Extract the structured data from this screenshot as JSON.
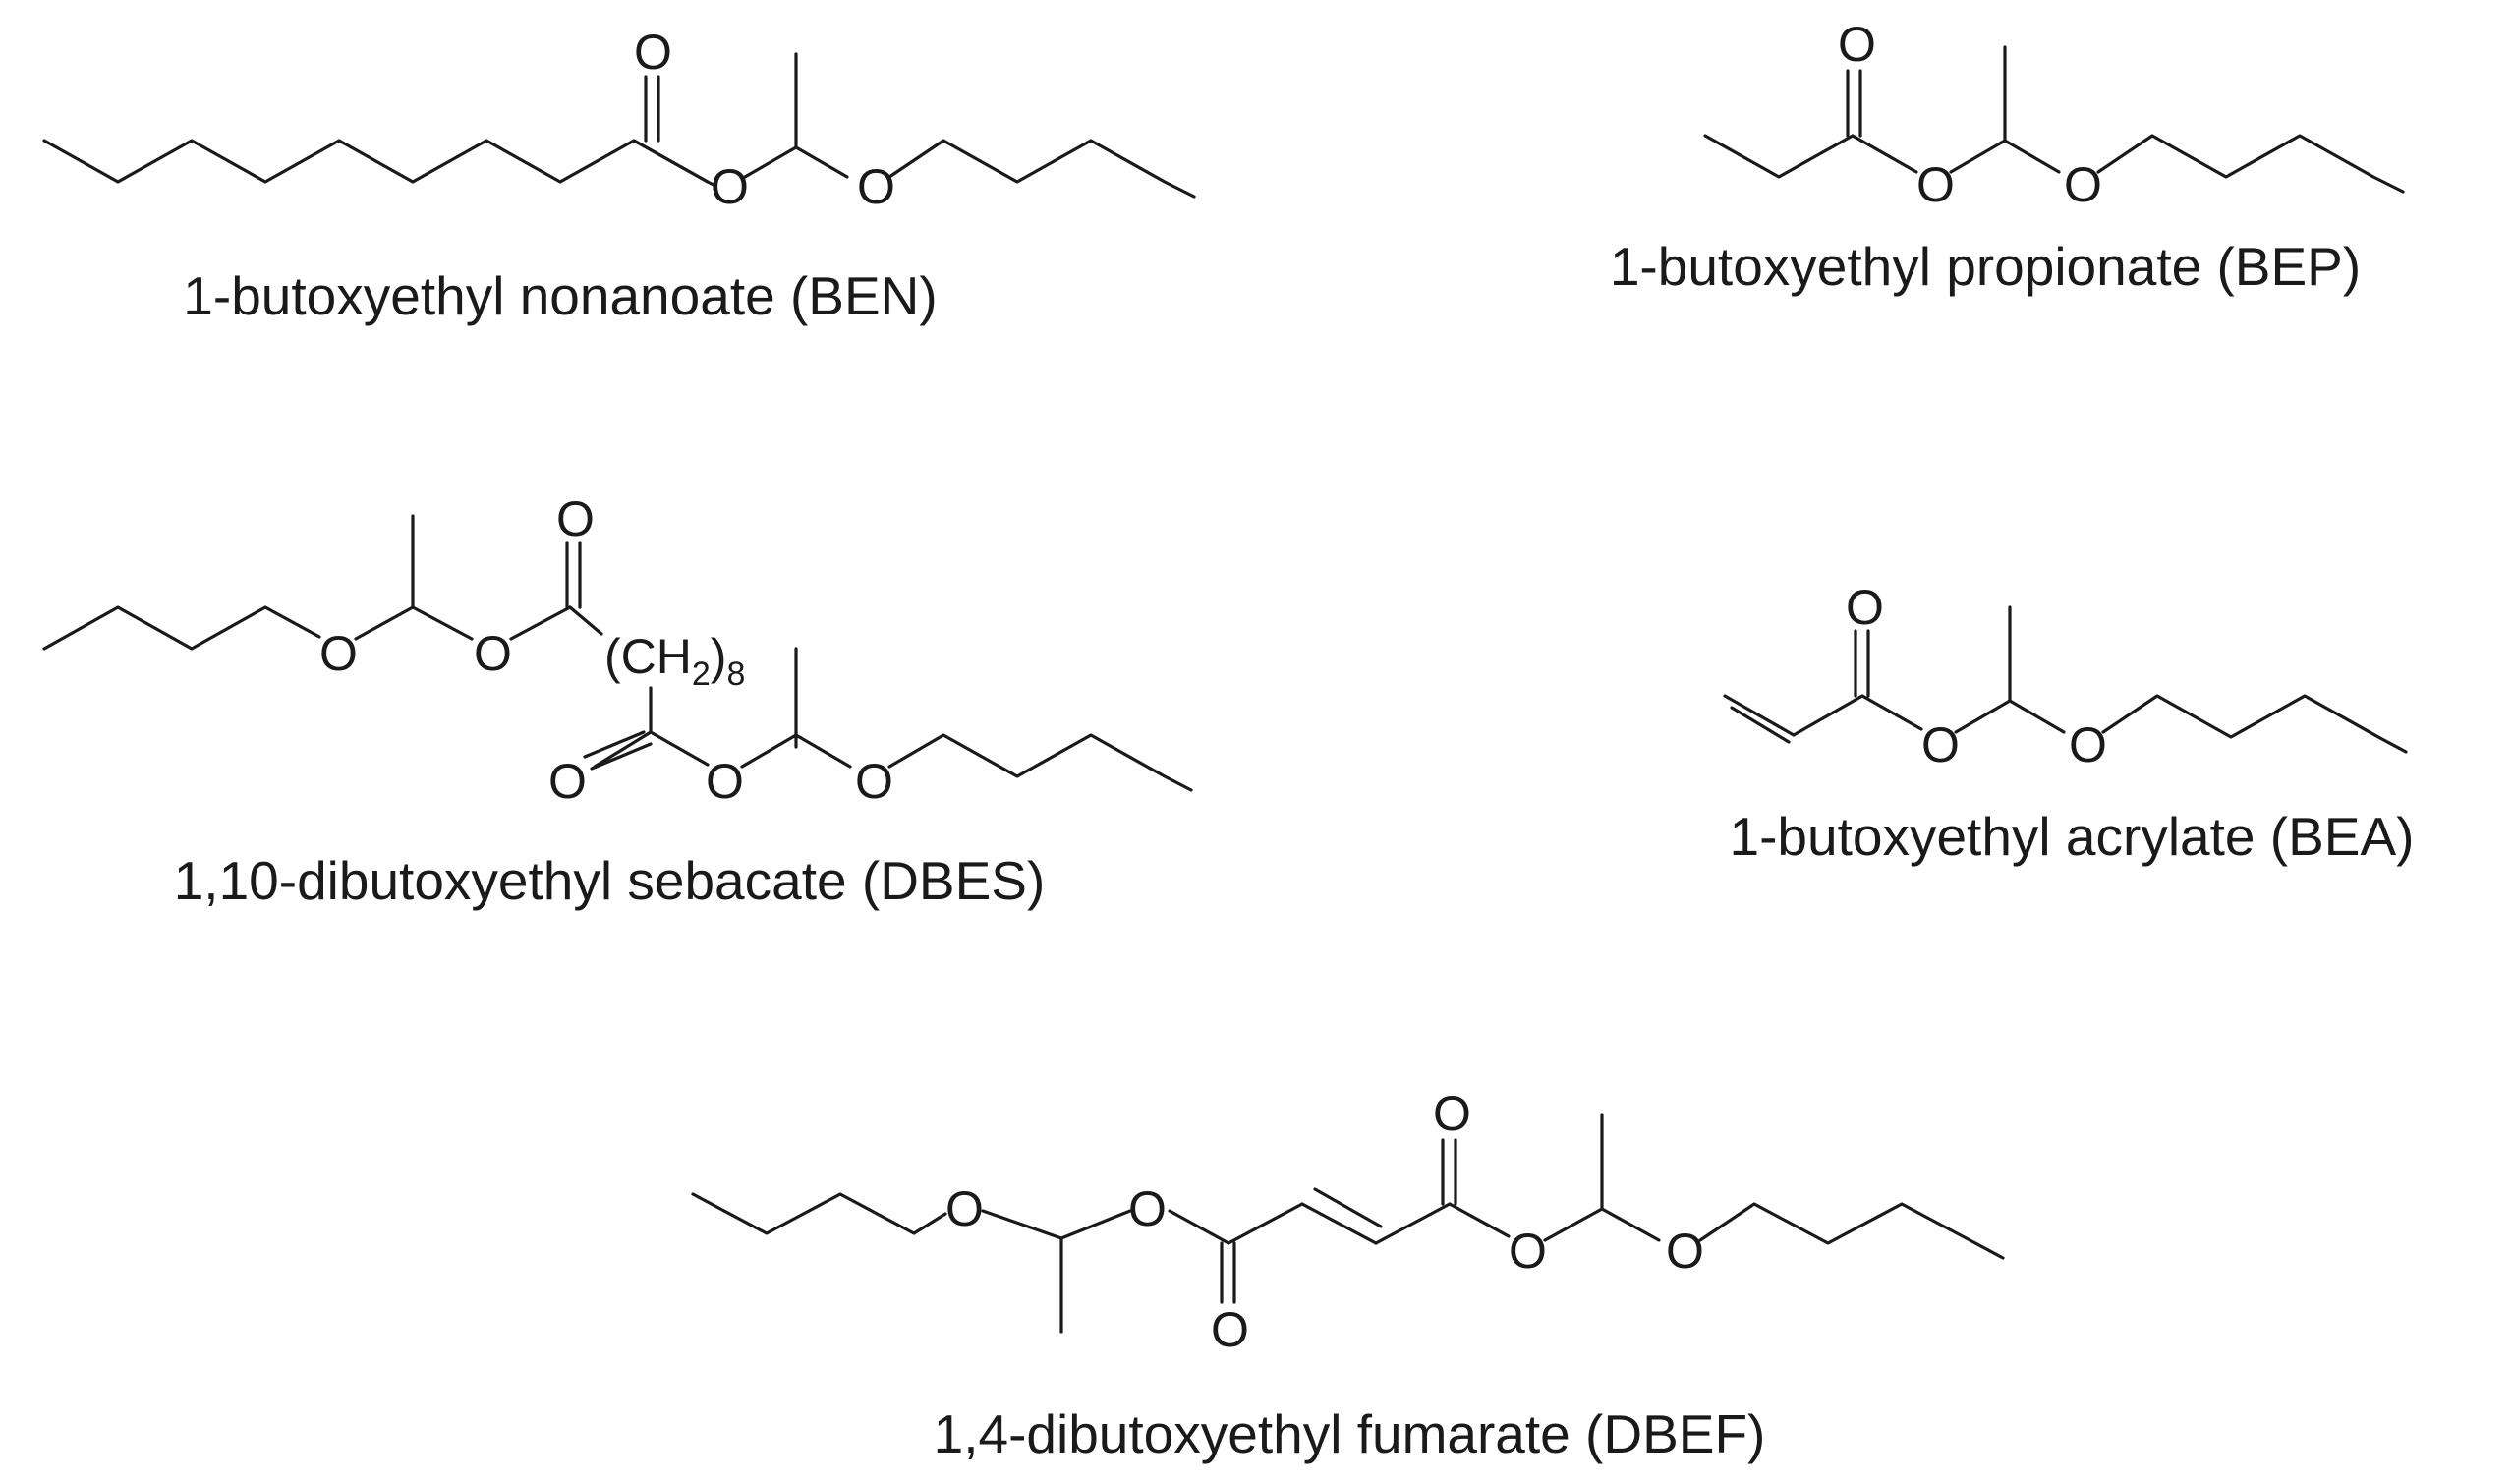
{
  "atoms": {
    "oxygen": "O",
    "ch2_group_open": "(CH",
    "ch2_subscript": "2",
    "ch2_group_close": ")",
    "repeat_count": "8"
  },
  "molecules": [
    {
      "id": "ben",
      "caption": "1-butoxyethyl nonanoate (BEN)"
    },
    {
      "id": "bep",
      "caption": "1-butoxyethyl propionate (BEP)"
    },
    {
      "id": "dbes",
      "caption": "1,10-dibutoxyethyl sebacate (DBES)"
    },
    {
      "id": "bea",
      "caption": "1-butoxyethyl acrylate (BEA)"
    },
    {
      "id": "dbef",
      "caption": "1,4-dibutoxyethyl fumarate (DBEF)"
    }
  ]
}
